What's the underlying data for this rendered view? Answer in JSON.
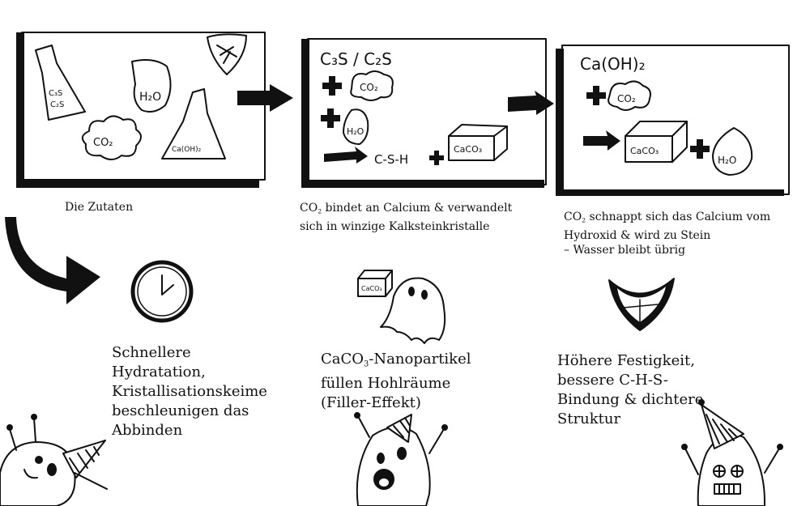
{
  "panels": [
    {
      "caption": "Die Zutaten",
      "labels": {
        "flask1_line1": "C₃S",
        "flask1_line2": "C₂S",
        "co2": "CO₂",
        "h2o": "H₂O",
        "flask2": "Ca(OH)₂"
      }
    },
    {
      "caption": {
        "co2_prefix": "CO",
        "co2_sub": "2",
        "line1_rest": " bindet an Calcium & verwandelt",
        "line2": "sich in winzige Kalksteinkristalle"
      },
      "labels": {
        "title": "C₃S / C₂S",
        "co2": "CO₂",
        "h2o": "H₂O",
        "csh": "C-S-H",
        "caco3": "CaCO₃"
      }
    },
    {
      "caption": {
        "co2_prefix": "CO",
        "co2_sub": "2",
        "line1_rest": " schnappt sich das Calcium vom",
        "line2": "Hydroxid & wird zu Stein",
        "line3": "– Wasser bleibt übrig"
      },
      "labels": {
        "title": "Ca(OH)₂",
        "co2": "CO₂",
        "caco3": "CaCO₃",
        "h2o": "H₂O"
      }
    }
  ],
  "effects": [
    {
      "lines": [
        "Schnellere",
        "Hydratation,",
        "Kristallisationskeime",
        "beschleunigen das",
        "Abbinden"
      ]
    },
    {
      "line1_prefix": "CaCO",
      "line1_sub": "3",
      "line1_rest": "-Nanopartikel",
      "line2": "füllen Hohlräume",
      "line3": "(Filler-Effekt)",
      "ghost_cube_label": "CaCO₃"
    },
    {
      "lines": [
        "Höhere Festigkeit,",
        "bessere C-H-S-",
        "Bindung & dichtere",
        "Struktur"
      ]
    }
  ]
}
